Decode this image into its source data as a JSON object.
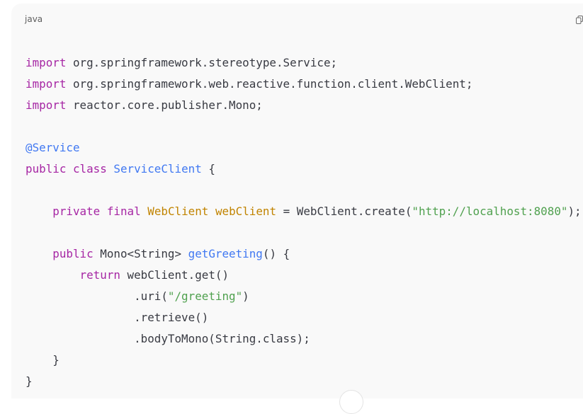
{
  "code_block": {
    "language": "java",
    "copy_icon": "copy-icon",
    "scroll_button_icon": "chevron-down-icon",
    "colors": {
      "background": "#f9f9f9",
      "keyword": "#a626a4",
      "type": "#c18401",
      "function": "#4078f2",
      "string": "#50a14f",
      "annotation": "#4078f2",
      "text": "#383a42"
    },
    "lines": [
      [
        {
          "t": "kw",
          "v": "import"
        },
        {
          "t": "plain",
          "v": " org.springframework.stereotype.Service;"
        }
      ],
      [
        {
          "t": "kw",
          "v": "import"
        },
        {
          "t": "plain",
          "v": " org.springframework.web.reactive.function.client.WebClient;"
        }
      ],
      [
        {
          "t": "kw",
          "v": "import"
        },
        {
          "t": "plain",
          "v": " reactor.core.publisher.Mono;"
        }
      ],
      [],
      [
        {
          "t": "anno",
          "v": "@Service"
        }
      ],
      [
        {
          "t": "kw",
          "v": "public"
        },
        {
          "t": "plain",
          "v": " "
        },
        {
          "t": "kw",
          "v": "class"
        },
        {
          "t": "plain",
          "v": " "
        },
        {
          "t": "fn",
          "v": "ServiceClient"
        },
        {
          "t": "plain",
          "v": " {"
        }
      ],
      [],
      [
        {
          "t": "plain",
          "v": "    "
        },
        {
          "t": "kw",
          "v": "private"
        },
        {
          "t": "plain",
          "v": " "
        },
        {
          "t": "kw",
          "v": "final"
        },
        {
          "t": "plain",
          "v": " "
        },
        {
          "t": "type",
          "v": "WebClient"
        },
        {
          "t": "plain",
          "v": " "
        },
        {
          "t": "type",
          "v": "webClient"
        },
        {
          "t": "plain",
          "v": " = WebClient.create("
        },
        {
          "t": "str",
          "v": "\"http://localhost:8080\""
        },
        {
          "t": "plain",
          "v": ");"
        }
      ],
      [],
      [
        {
          "t": "plain",
          "v": "    "
        },
        {
          "t": "kw",
          "v": "public"
        },
        {
          "t": "plain",
          "v": " Mono<String> "
        },
        {
          "t": "fn",
          "v": "getGreeting"
        },
        {
          "t": "plain",
          "v": "() {"
        }
      ],
      [
        {
          "t": "plain",
          "v": "        "
        },
        {
          "t": "kw",
          "v": "return"
        },
        {
          "t": "plain",
          "v": " webClient.get()"
        }
      ],
      [
        {
          "t": "plain",
          "v": "                .uri("
        },
        {
          "t": "str",
          "v": "\"/greeting\""
        },
        {
          "t": "plain",
          "v": ")"
        }
      ],
      [
        {
          "t": "plain",
          "v": "                .retrieve()"
        }
      ],
      [
        {
          "t": "plain",
          "v": "                .bodyToMono(String.class);"
        }
      ],
      [
        {
          "t": "plain",
          "v": "    }"
        }
      ],
      [
        {
          "t": "plain",
          "v": "}"
        }
      ]
    ]
  }
}
